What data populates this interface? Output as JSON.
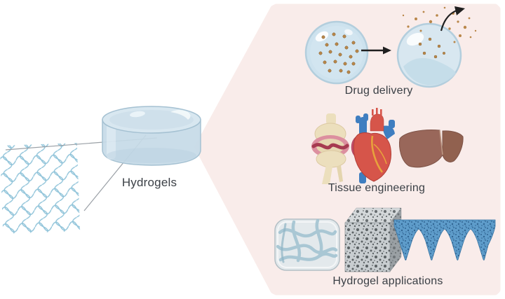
{
  "figure": {
    "hydrogels_label": "Hydrogels",
    "sections": [
      {
        "id": "drug-delivery",
        "label": "Drug delivery"
      },
      {
        "id": "tissue-engineering",
        "label": "Tissue engineering"
      },
      {
        "id": "hydrogel-applications",
        "label": "Hydrogel applications"
      }
    ],
    "icons": [
      "polymer-network-mesh-icon",
      "hydrogel-disk-icon",
      "drug-loaded-sphere-icon",
      "right-arrow-icon",
      "drug-releasing-sphere-icon",
      "release-arrow-icon",
      "knee-joint-icon",
      "heart-icon",
      "liver-icon",
      "hydrogel-scaffold-icon",
      "porous-scaffold-cube-icon",
      "microneedle-patch-icon"
    ]
  },
  "colors": {
    "funnel_bg": "#f9ecea",
    "mesh_blue": "#8fc3d9",
    "callout_gray": "#9aa0a6",
    "text": "#3b4046",
    "gel_body": "#c5dae7",
    "gel_top": "#d8e7f0",
    "gel_outline": "#a5c1d2",
    "sphere_fill": "#cde2ee",
    "sphere_rim": "#b3cedd",
    "dot_orange": "#b9874a",
    "arrow_black": "#1f1f1f",
    "bone": "#ecdfbd",
    "capsule_pink": "#dc8f9f",
    "capsule_red": "#a63a50",
    "vessel_blue": "#3f7ec0",
    "heart_red": "#d6554a",
    "heart_crimson": "#c24a66",
    "coronary_orange": "#e8a23c",
    "liver_brown": "#99675a",
    "scaffold_gray": "#e3e9ec",
    "strand_blue": "#9fc2d0",
    "cube_gray": "#c8cdd0",
    "pore_dark": "#5d6366",
    "needle_blue": "#5e9cca",
    "needle_dark": "#2b5e8c"
  }
}
